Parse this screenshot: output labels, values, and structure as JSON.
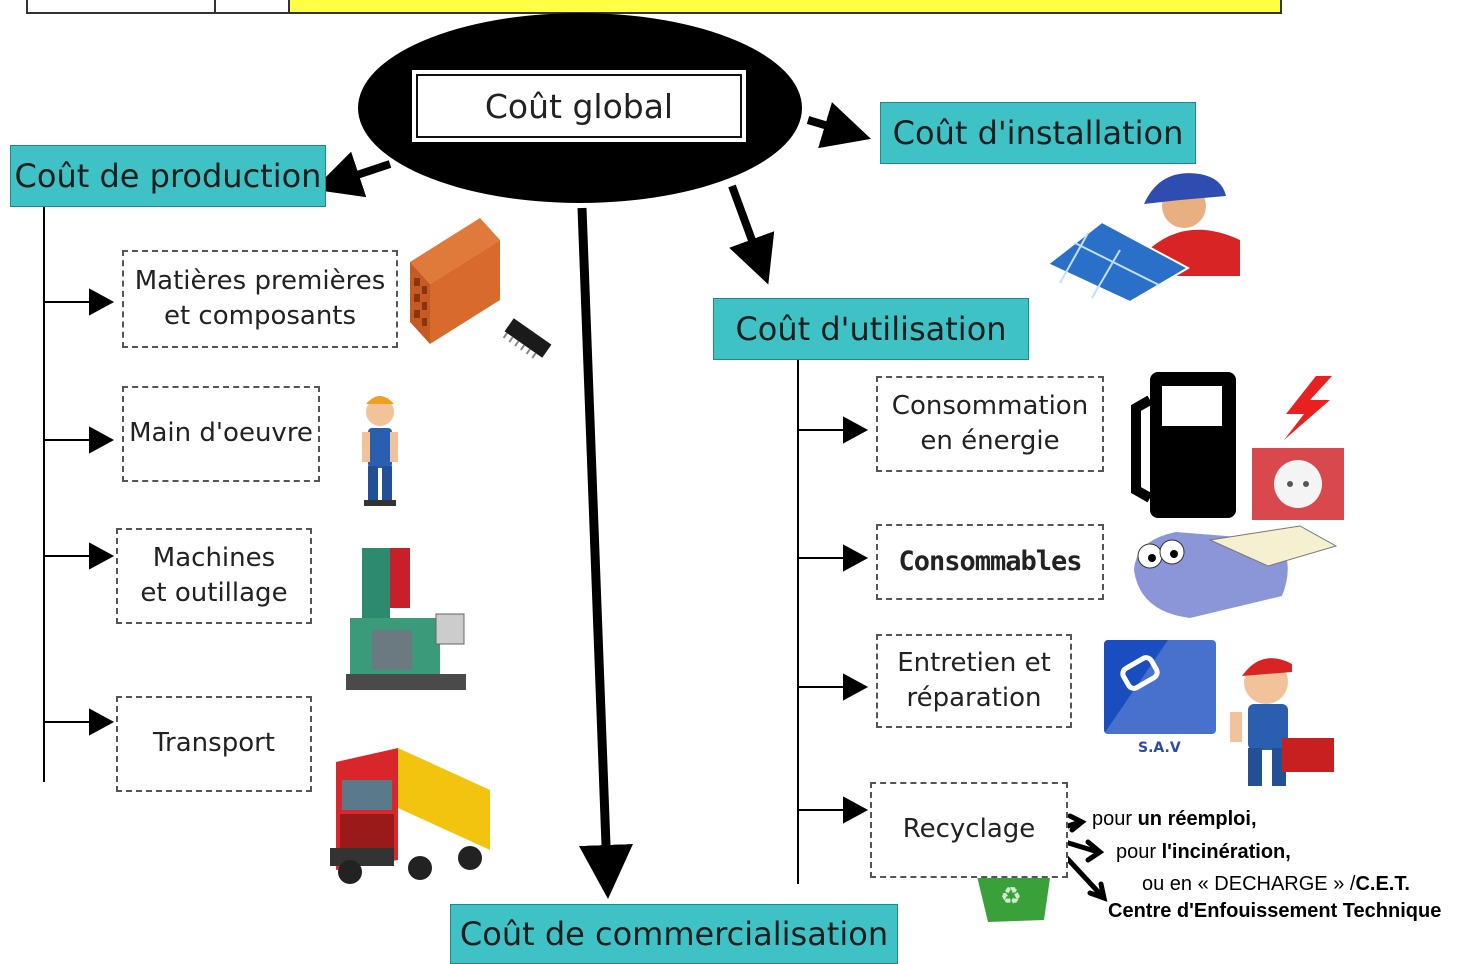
{
  "central": {
    "label": "Coût global"
  },
  "categories": {
    "production": "Coût de production",
    "installation": "Coût d'installation",
    "utilisation": "Coût d'utilisation",
    "commercialisation": "Coût de commercialisation"
  },
  "production_items": [
    {
      "line1": "Matières premières",
      "line2": "et composants"
    },
    {
      "line1": "Main d'oeuvre",
      "line2": ""
    },
    {
      "line1": "Machines",
      "line2": "et outillage"
    },
    {
      "line1": "Transport",
      "line2": ""
    }
  ],
  "utilisation_items": [
    {
      "line1": "Consommation",
      "line2": "en énergie"
    },
    {
      "line1": "Consommables",
      "line2": ""
    },
    {
      "line1": "Entretien et",
      "line2": "réparation"
    },
    {
      "line1": "Recyclage",
      "line2": ""
    }
  ],
  "recycling_notes": {
    "n1_prefix": "pour ",
    "n1_bold": "un réemploi,",
    "n2_prefix": "pour ",
    "n2_bold": "l'incinération,",
    "n3_prefix": "ou en « DECHARGE » /",
    "n3_bold": "C.E.T.",
    "n4_bold": "Centre d'Enfouissement Technique"
  },
  "sav_label": "S.A.V",
  "colors": {
    "teal": "#3fc2c6",
    "black": "#000000",
    "yellow": "#ffff44"
  },
  "icons": [
    "brick-icon",
    "chip-icon",
    "worker-icon",
    "machine-icon",
    "truck-icon",
    "solar-installer-icon",
    "fuel-pump-icon",
    "lightning-icon",
    "power-socket-icon",
    "printer-icon",
    "sav-logo-icon",
    "repairman-icon",
    "recycle-bin-icon"
  ]
}
